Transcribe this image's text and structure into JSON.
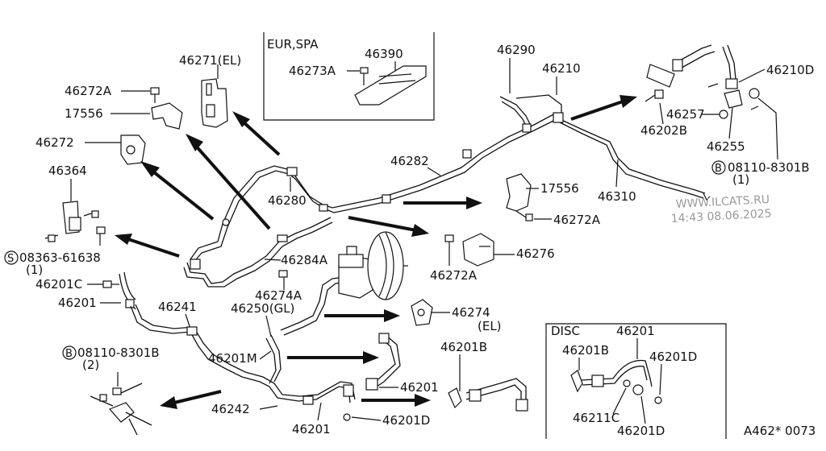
{
  "boxes": {
    "eur_spa": {
      "title": "EUR,SPA"
    },
    "disc": {
      "title": "DISC"
    }
  },
  "labels": {
    "p46271el": "46271(EL)",
    "p46272a_1": "46272A",
    "p17556_1": "17556",
    "p46272": "46272",
    "p46364": "46364",
    "s08363": "08363-61638",
    "s08363_qty": "(1)",
    "p46201c": "46201C",
    "p46201_1": "46201",
    "p46241": "46241",
    "b08110_2": "08110-8301B",
    "b08110_2_qty": "(2)",
    "p46242": "46242",
    "p46201_bottom": "46201",
    "p46201d_bottom": "46201D",
    "p46201m": "46201M",
    "p46250gl": "46250(GL)",
    "p46274a": "46274A",
    "p46284a": "46284A",
    "p46280": "46280",
    "p46273a": "46273A",
    "p46390": "46390",
    "p46282": "46282",
    "p46290": "46290",
    "p46210": "46210",
    "p46210d": "46210D",
    "p46257": "46257",
    "p46202b": "46202B",
    "p46255": "46255",
    "b08110_1": "08110-8301B",
    "b08110_1_qty": "(1)",
    "p46310": "46310",
    "p17556_2": "17556",
    "p46272a_2": "46272A",
    "p46276": "46276",
    "p46272a_3": "46272A",
    "p46274": "46274",
    "p46274_el": "(EL)",
    "p46201b": "46201B",
    "p46201_mid": "46201",
    "disc_46201": "46201",
    "disc_46201b": "46201B",
    "disc_46201d_1": "46201D",
    "disc_46211c": "46211C",
    "disc_46201d_2": "46201D",
    "ref_code": "A462* 0073"
  },
  "symbols": {
    "s": "S",
    "b": "B"
  },
  "watermark": {
    "line1": "WWW.ILCATS.RU",
    "line2": "14:43 08.06.2025"
  }
}
